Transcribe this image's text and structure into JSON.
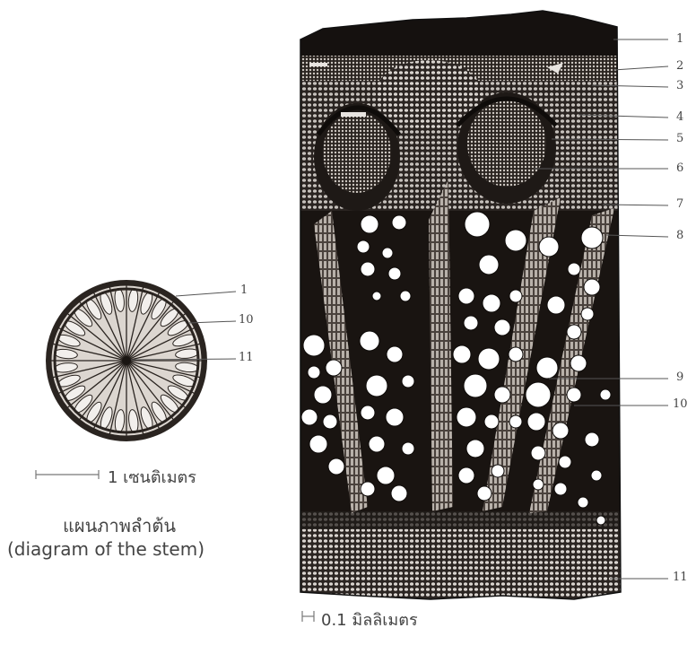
{
  "small_diagram": {
    "labels": [
      "1",
      "10",
      "11"
    ],
    "scale_text": "1 เซนติเมตร",
    "title_th": "แผนภาพลำต้น",
    "title_en": "(diagram of the stem)"
  },
  "section": {
    "labels": [
      "1",
      "2",
      "3",
      "4",
      "5",
      "6",
      "7",
      "8",
      "9",
      "10",
      "11"
    ],
    "scale_text": "0.1 มิลลิเมตร"
  },
  "colors": {
    "ink": "#1a1512",
    "paper": "#ffffff",
    "text": "#444444",
    "leader": "#555555"
  }
}
